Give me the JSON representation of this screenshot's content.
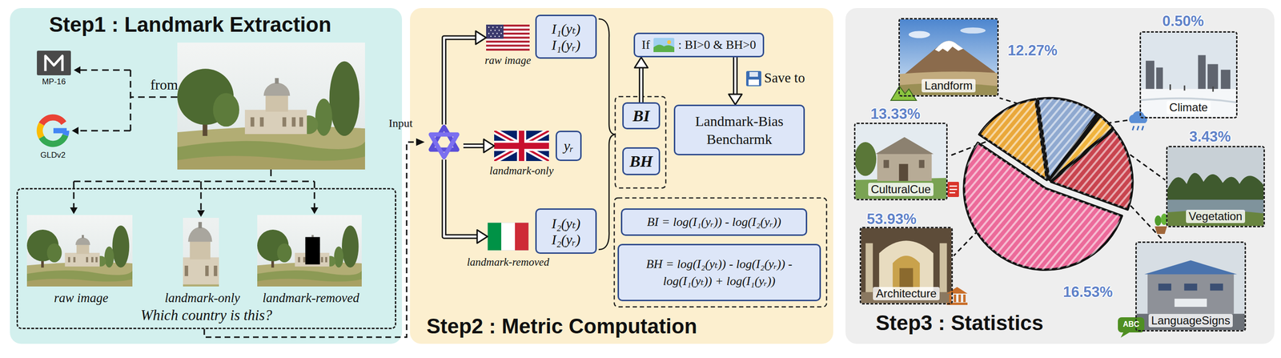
{
  "diagram": {
    "nodes": [
      {
        "text": [
          "Step1 : Landmark Extraction"
        ]
      },
      {
        "text": [
          "Which country is this?"
        ],
        "in": 0
      },
      {
        "text": [
          "raw image"
        ],
        "in": 1
      },
      {
        "text": [
          "landmark-only"
        ],
        "in": 1
      },
      {
        "text": [
          "landmark-removed"
        ],
        "in": 1
      },
      {
        "text": [
          "Step2 : Metric Computation"
        ]
      },
      {
        "text": [
          "Input"
        ],
        "in": 5
      },
      {
        "text": [
          "raw image"
        ],
        "in": 5
      },
      {
        "text": [
          "I₁(yₜ)",
          "I₁(yᵣ)"
        ],
        "in": 5
      },
      {
        "text": [
          "landmark-only"
        ],
        "in": 5
      },
      {
        "text": [
          "yᵣ"
        ],
        "in": 5
      },
      {
        "text": [
          "landmark-removed"
        ],
        "in": 5
      },
      {
        "text": [
          "I₂(yₜ)",
          "I₂(yᵣ)"
        ],
        "in": 5
      },
      {
        "text": [
          "BI"
        ],
        "in": 5
      },
      {
        "text": [
          "BH"
        ],
        "in": 5
      },
      {
        "text": [
          "If",
          ": BI>0 & BH>0"
        ],
        "in": 5
      },
      {
        "text": [
          "Landmark-Bias Bencharmk"
        ],
        "in": 5
      },
      {
        "text": [
          "BI = log(I₁(yᵣ)) - log(I₂(yᵣ))"
        ],
        "in": 5
      },
      {
        "text": [
          "BH = log(I₂(yₜ)) - log(I₂(yᵣ)) - log(I₁(yₜ)) + log(I₁(yᵣ))"
        ],
        "in": 5
      },
      {
        "text": [
          "Step3 : Statistics"
        ]
      },
      {
        "text": [
          "Landform",
          "12.27%"
        ],
        "in": 19
      },
      {
        "text": [
          "Climate",
          "0.50%"
        ],
        "in": 19
      },
      {
        "text": [
          "CulturalCue",
          "13.33%"
        ],
        "in": 19
      },
      {
        "text": [
          "Vegetation",
          "3.43%"
        ],
        "in": 19
      },
      {
        "text": [
          "Architecture",
          "53.93%"
        ],
        "in": 19
      },
      {
        "text": [
          "LanguageSigns",
          "16.53%"
        ],
        "in": 19
      }
    ],
    "edges": [
      {
        "from": 1,
        "to": 6,
        "arrow": "to"
      },
      {
        "from": 6,
        "to": 7,
        "arrow": "to"
      },
      {
        "from": 6,
        "to": 9,
        "arrow": "to"
      },
      {
        "from": 6,
        "to": 11,
        "arrow": "to"
      },
      {
        "from": 13,
        "to": 15,
        "arrow": "to"
      },
      {
        "from": 15,
        "to": 16,
        "arrow": "to"
      }
    ],
    "labels": [
      "MP-16",
      "GLDv2",
      "from",
      "Save to",
      "ABC"
    ]
  }
}
